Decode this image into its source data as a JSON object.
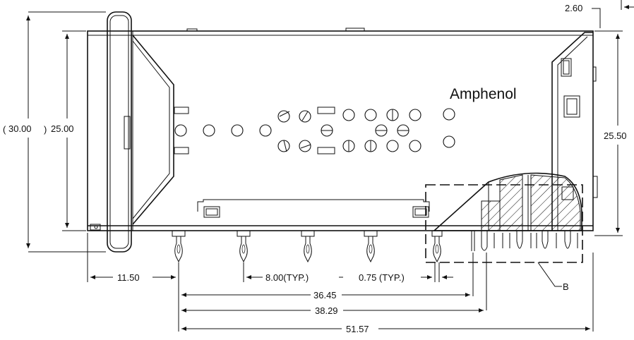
{
  "brand": {
    "logo_text": "Amphenol"
  },
  "dimensions": {
    "overall_height_ref": "30.00",
    "body_height": "25.00",
    "right_height": "25.50",
    "top_offset": "2.60",
    "front_offset": "11.50",
    "pitch": "8.00(TYP.)",
    "pin_width": "0.75 (TYP.)",
    "length_a": "36.45",
    "length_b": "38.29",
    "length_c": "51.57"
  },
  "callouts": {
    "detail": "B"
  }
}
